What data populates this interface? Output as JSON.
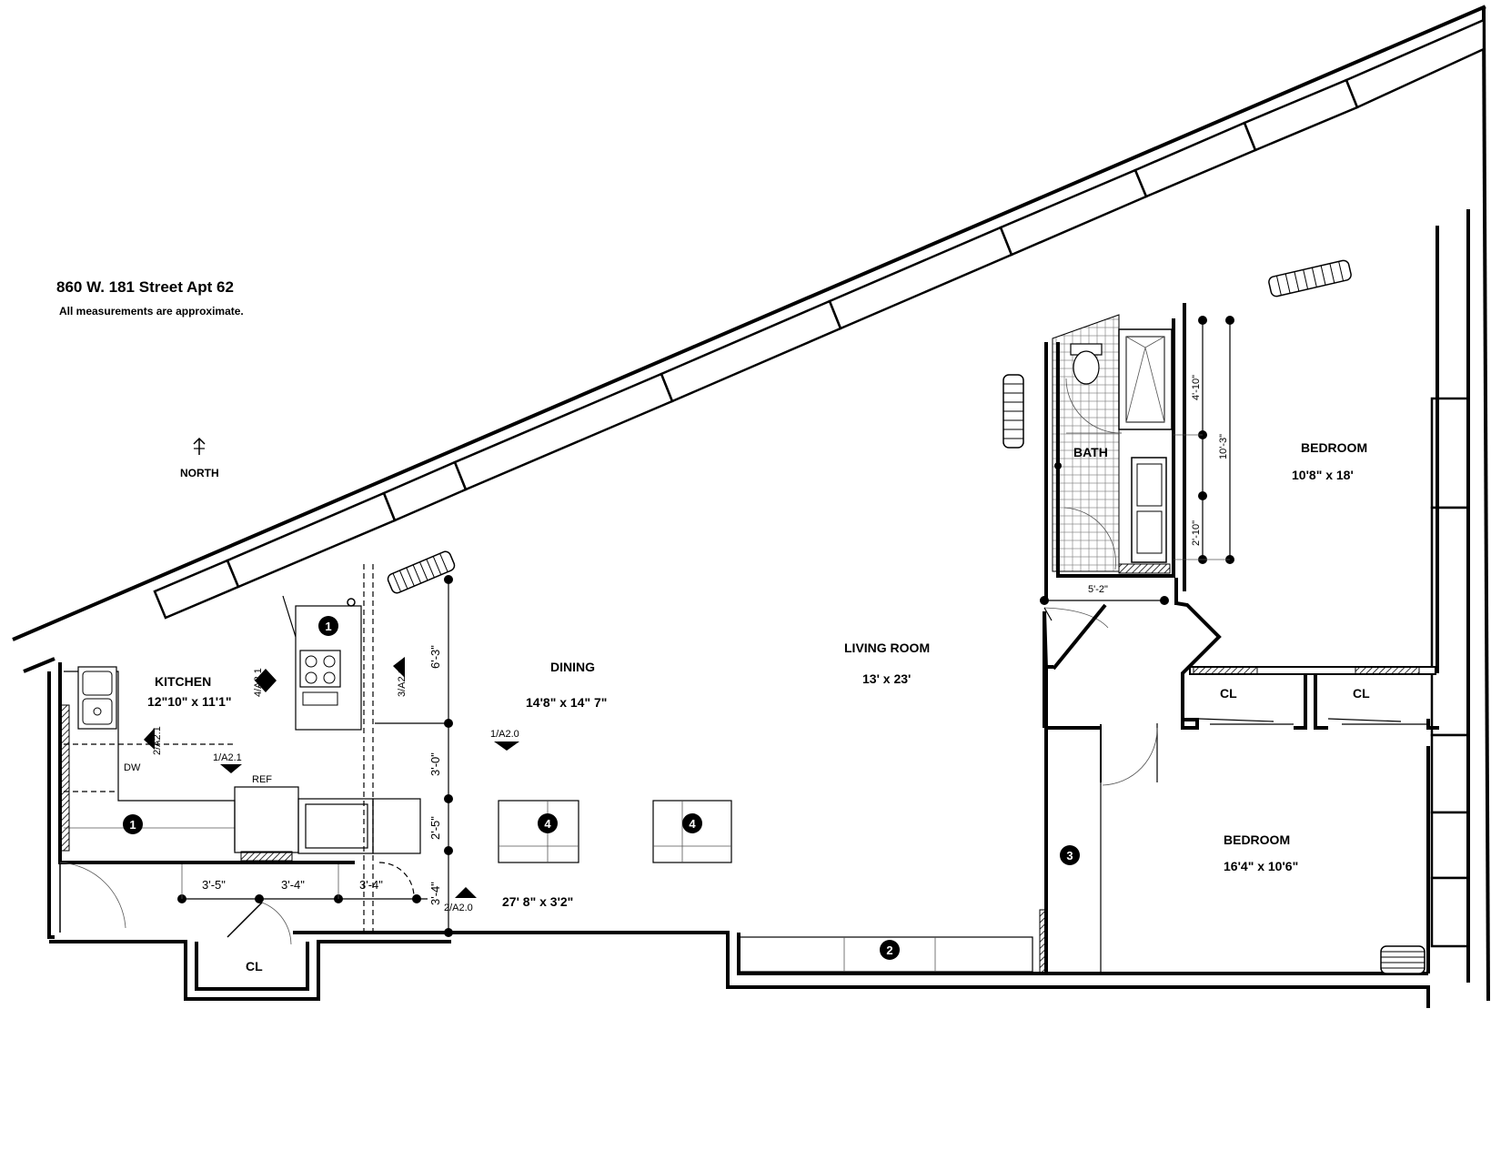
{
  "header": {
    "address": "860 W. 181 Street Apt 62",
    "note": "All measurements are approximate."
  },
  "compass": {
    "label": "NORTH",
    "icon": "north-arrow-icon"
  },
  "rooms": {
    "kitchen": {
      "name": "KITCHEN",
      "size": "12\"10\" x 11'1\""
    },
    "dining": {
      "name": "DINING",
      "size": "14'8\" x 14\" 7\""
    },
    "living": {
      "name": "LIVING ROOM",
      "size": "13' x 23'"
    },
    "bath": {
      "name": "BATH"
    },
    "bedroom1": {
      "name": "BEDROOM",
      "size": "10'8\" x 18'"
    },
    "bedroom2": {
      "name": "BEDROOM",
      "size": "16'4\" x 10'6\""
    },
    "closet_a": {
      "name": "CL"
    },
    "closet_b": {
      "name": "CL"
    },
    "closet_entry": {
      "name": "CL"
    },
    "hall": {
      "size": "27' 8\" x 3'2\""
    }
  },
  "labels": {
    "dw": "DW",
    "ref": "REF",
    "sec_4a21": "4/A2.1",
    "sec_3a21": "3/A2.1",
    "sec_2a21": "2/A2.1",
    "sec_1a21": "1/A2.1",
    "sec_1a20": "1/A2.0",
    "sec_2a20": "2/A2.0"
  },
  "dimensions": {
    "d_6_3": "6'-3\"",
    "d_3_0": "3'-0\"",
    "d_2_5": "2'-5\"",
    "d_3_4v": "3'-4\"",
    "d_3_5": "3'-5\"",
    "d_3_4a": "3'-4\"",
    "d_3_4b": "3'-4\"",
    "d_5_2": "5'-2\"",
    "d_4_10": "4'-10\"",
    "d_10_3": "10'-3\"",
    "d_2_10": "2'-10\""
  },
  "badges": {
    "b1_top": "1",
    "b1_bottom": "1",
    "b2": "2",
    "b3": "3",
    "b4_left": "4",
    "b4_right": "4"
  }
}
